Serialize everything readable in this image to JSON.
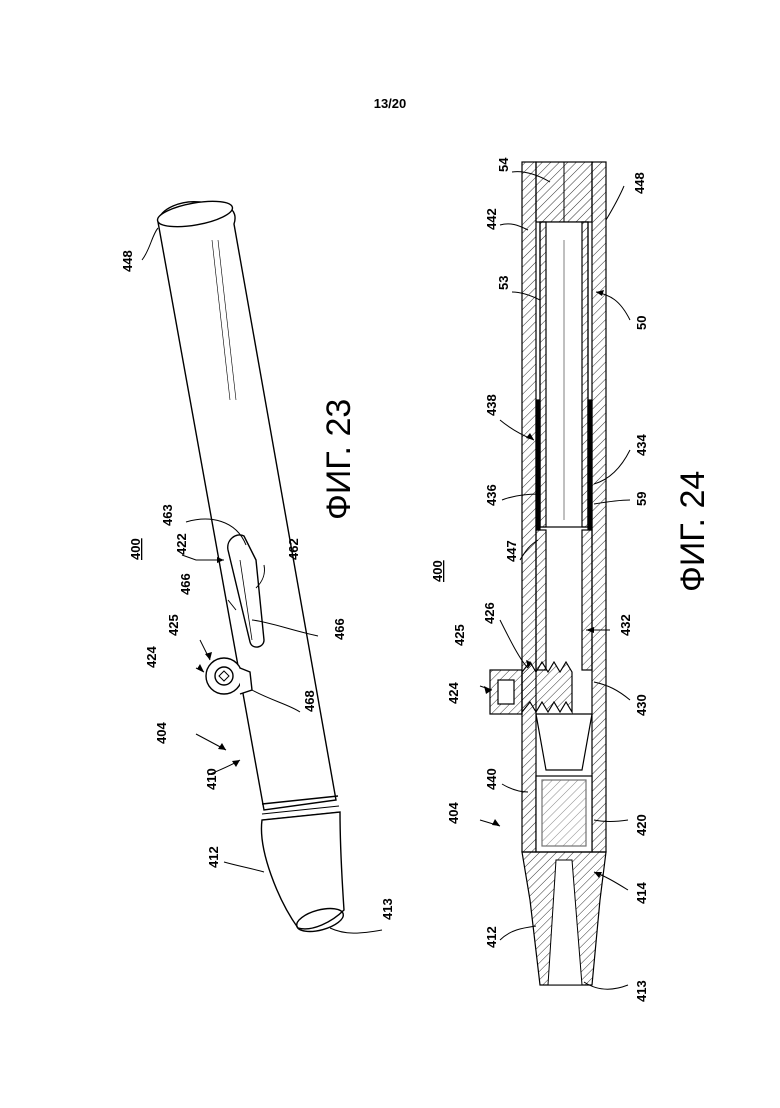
{
  "page": {
    "number": "13/20"
  },
  "fig23": {
    "caption": "ФИГ. 23",
    "labels": {
      "n448": "448",
      "n463": "463",
      "n400": "400",
      "n422": "422",
      "n462": "462",
      "n466a": "466",
      "n466b": "466",
      "n425": "425",
      "n424": "424",
      "n468": "468",
      "n404": "404",
      "n410": "410",
      "n412": "412",
      "n413": "413"
    }
  },
  "fig24": {
    "caption": "ФИГ. 24",
    "labels": {
      "n54": "54",
      "n442": "442",
      "n448": "448",
      "n53": "53",
      "n50": "50",
      "n438": "438",
      "n434": "434",
      "n436": "436",
      "n59": "59",
      "n447": "447",
      "n400": "400",
      "n426": "426",
      "n425": "425",
      "n432": "432",
      "n424": "424",
      "n430": "430",
      "n440": "440",
      "n404": "404",
      "n420": "420",
      "n414": "414",
      "n412": "412",
      "n413": "413"
    }
  }
}
